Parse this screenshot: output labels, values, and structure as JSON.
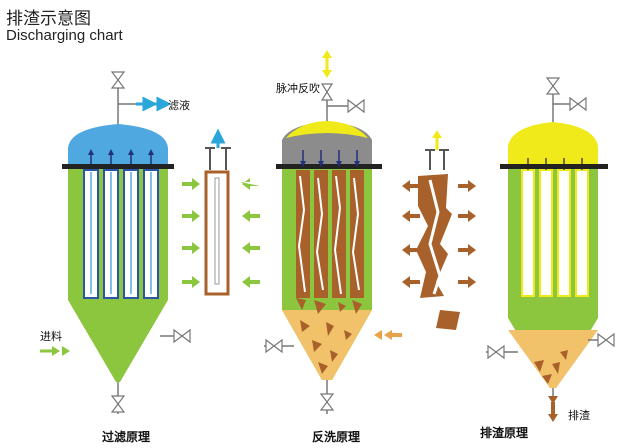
{
  "title_cn": "排渣示意图",
  "title_en": "Discharging chart",
  "labels": {
    "filtrate": "滤液",
    "feed": "进料",
    "pulse": "脉冲反吹",
    "discharge": "排渣"
  },
  "captions": {
    "filter": "过滤原理",
    "backflush": "反洗原理",
    "discharging": "排渣原理"
  },
  "colors": {
    "green_body": "#8cc63e",
    "blue_dome": "#4fa8df",
    "yellow_dome": "#f0ea1a",
    "grey_dome": "#8c8c8c",
    "sludge": "#f2c26b",
    "cake": "#a8612a",
    "cyan_arrow": "#2aa6d8",
    "green_arrow": "#8cc63e",
    "orange_arrow": "#e8a24a"
  },
  "icons": [
    "valve-icon",
    "arrow-icon",
    "filter-element-icon"
  ]
}
